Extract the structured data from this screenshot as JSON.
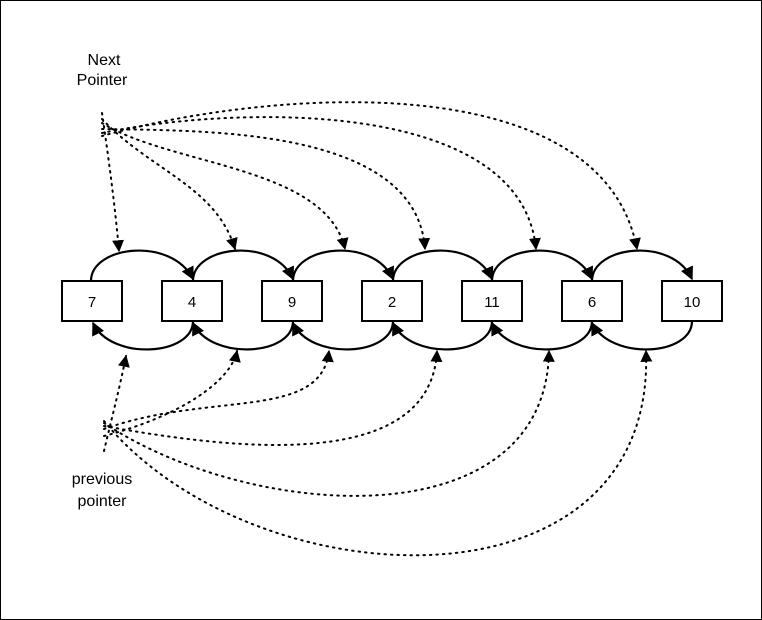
{
  "labels": {
    "next_line1": "Next",
    "next_line2": "Pointer",
    "prev_line1": "previous",
    "prev_line2": "pointer"
  },
  "nodes": [
    "7",
    "4",
    "9",
    "2",
    "11",
    "6",
    "10"
  ]
}
